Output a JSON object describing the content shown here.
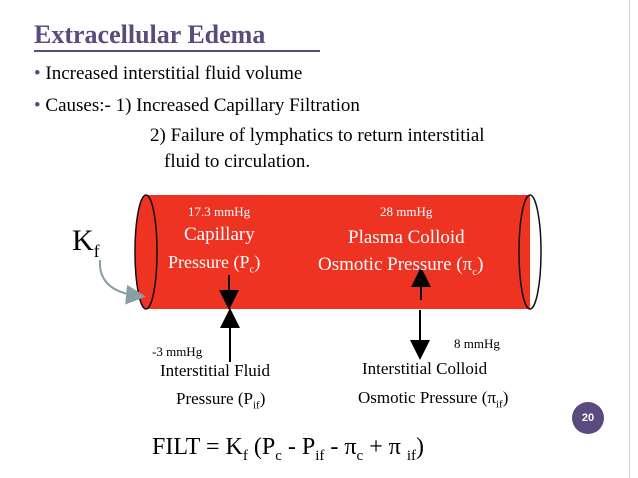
{
  "slide": {
    "title": "Extracellular Edema",
    "bullet_symbol": "•",
    "bullet1": "Increased interstitial fluid volume",
    "bullet2": "Causes:- 1) Increased Capillary Filtration",
    "cause2_line1": "2) Failure of lymphatics to return interstitial",
    "cause2_line2": "fluid to circulation.",
    "kf_main": "K",
    "kf_sub": "f",
    "page_number": "20"
  },
  "diagram": {
    "capillary_value": "17.3 mmHg",
    "capillary_line1": "Capillary",
    "capillary_line2_main": "Pressure (P",
    "capillary_line2_sub": "c",
    "capillary_line2_end": ")",
    "plasma_value": "28 mmHg",
    "plasma_line1": "Plasma Colloid",
    "plasma_line2_main": "Osmotic Pressure (π",
    "plasma_line2_sub": "c",
    "plasma_line2_end": ")",
    "if_value": "-3 mmHg",
    "if_line1": "Interstitial Fluid",
    "if_line2_main": "Pressure (P",
    "if_line2_sub": "if",
    "if_line2_end": ")",
    "ic_value": "8 mmHg",
    "ic_line1": "Interstitial Colloid",
    "ic_line2_main": "Osmotic Pressure (π",
    "ic_line2_sub": "if",
    "ic_line2_end": ")"
  },
  "formula": {
    "p1": "FILT = K",
    "s1": "f",
    "p2": " (P",
    "s2": "c",
    "p3": " - P",
    "s3": "if",
    "p4": " - π",
    "s4": "c",
    "p5": " + π ",
    "s5": "if",
    "p6": ")"
  },
  "colors": {
    "tube": "#ee3322",
    "accent": "#5b4a7e"
  }
}
